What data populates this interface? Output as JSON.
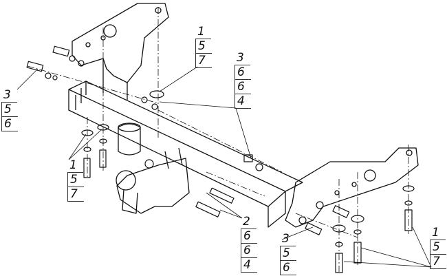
{
  "callouts": [
    {
      "id": "top-mount-bolts",
      "items": [
        "1",
        "5",
        "7"
      ]
    },
    {
      "id": "center-nut-group",
      "items": [
        "3",
        "6",
        "6",
        "4"
      ]
    },
    {
      "id": "left-end-bolt",
      "items": [
        "3",
        "5",
        "6"
      ]
    },
    {
      "id": "left-lower-bolts",
      "items": [
        "1",
        "5",
        "7"
      ]
    },
    {
      "id": "ball-mount-bolts",
      "items": [
        "2",
        "6",
        "6",
        "4"
      ]
    },
    {
      "id": "right-end-bolt",
      "items": [
        "3",
        "5",
        "6"
      ]
    },
    {
      "id": "right-lower-bolts",
      "items": [
        "1",
        "5",
        "7"
      ]
    }
  ],
  "colors": {
    "line": "#111111",
    "background": "#ffffff"
  }
}
